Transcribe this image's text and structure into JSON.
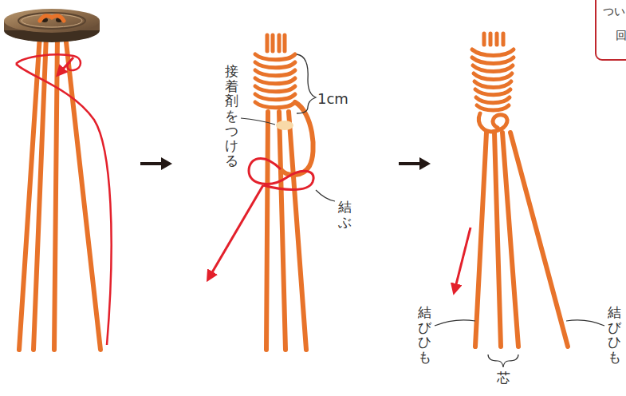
{
  "diagram": {
    "nodes": [
      {
        "text": [
          "つい",
          "回"
        ]
      }
    ],
    "labels": [
      "1cm",
      "接着剤をつける",
      "結ぶ",
      "結びひも",
      "結びひも",
      "芯"
    ]
  }
}
